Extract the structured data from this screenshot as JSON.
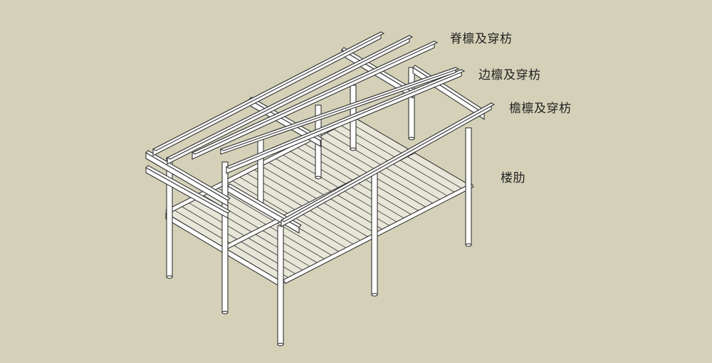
{
  "colors": {
    "background": "#d4d1b8",
    "member_fill": "#ffffff",
    "member_stroke": "#333333",
    "label_text": "#222222"
  },
  "labels": {
    "ridge_purlin": "脊檩及穿枋",
    "side_purlin": "边檩及穿枋",
    "eave_purlin": "檐檩及穿枋",
    "floor_joist": "楼肋"
  }
}
